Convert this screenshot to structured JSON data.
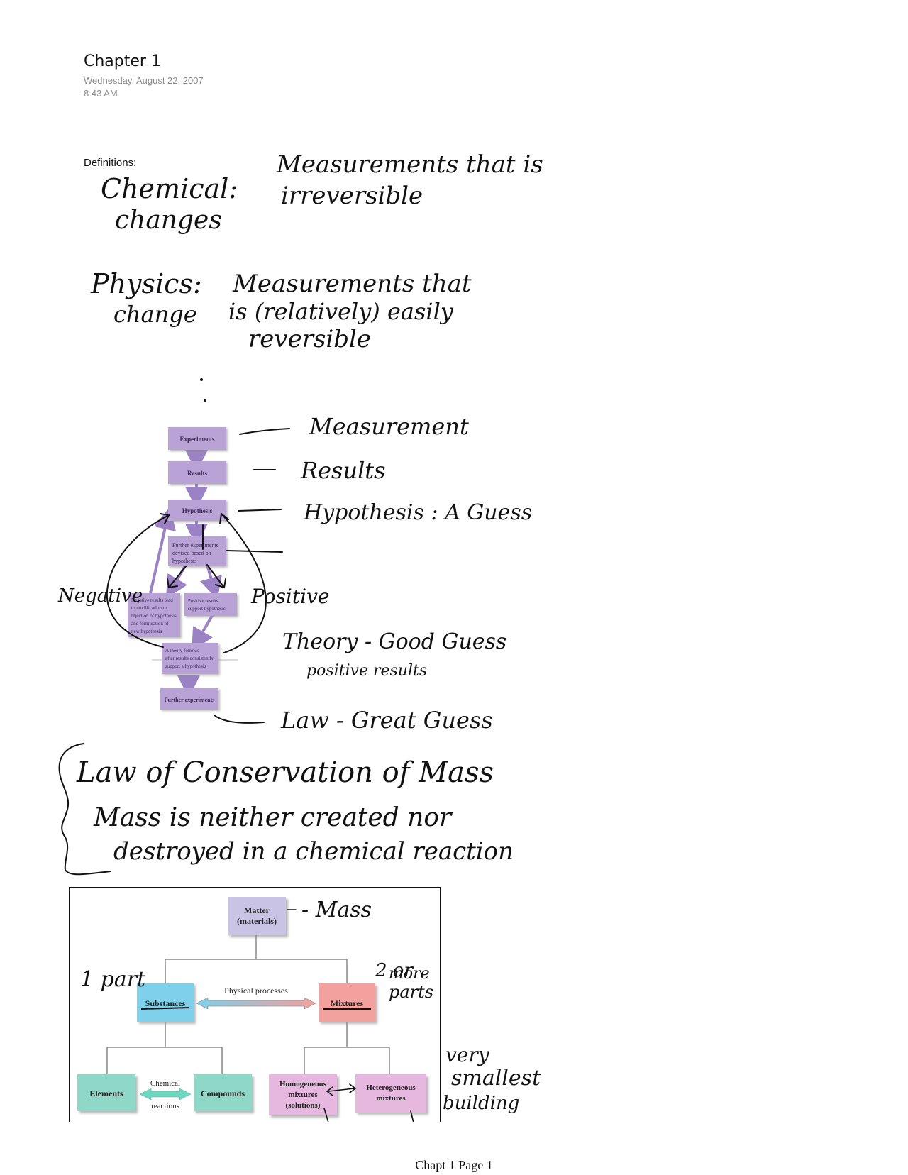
{
  "page": {
    "title": "Chapter 1",
    "date": "Wednesday, August 22, 2007",
    "time": "8:43 AM",
    "footer": "Chapt 1 Page 1"
  },
  "definitions": {
    "label": "Definitions:",
    "chemical_term": [
      "Chemical:",
      "changes"
    ],
    "chemical_def": [
      "Measurements that is",
      "irreversible"
    ],
    "physical_term": [
      "Physics:",
      "change"
    ],
    "physical_def": [
      "Measurements that",
      "is (relatively) easily",
      "reversible"
    ]
  },
  "scientific_method": {
    "boxes": {
      "experiments": "Experiments",
      "results": "Results",
      "hypothesis": "Hypothesis",
      "further": [
        "Further experiments",
        "devised based on",
        "hypothesis"
      ],
      "negative": [
        "Negative results lead",
        "to modification or",
        "rejection of hypothesis",
        "and formulation of",
        "new hypothesis"
      ],
      "positive": [
        "Positive results",
        "support hypothesis"
      ],
      "theory": [
        "A theory follows",
        "after results consistently",
        "support a hypothesis"
      ],
      "further_final": "Further experiments"
    },
    "notes": {
      "measurement": "Measurement",
      "results": "Results",
      "hypothesis": "Hypothesis : A Guess",
      "negative": "Negative",
      "positive": "Positive",
      "theory": "Theory - Good Guess",
      "theory_sub": "positive results",
      "law": "Law - Great Guess"
    }
  },
  "conservation": {
    "lines": [
      "Law of Conservation of Mass",
      "Mass is neither created nor",
      "destroyed in a chemical reaction"
    ]
  },
  "matter_diagram": {
    "boxes": {
      "matter": [
        "Matter",
        "(materials)"
      ],
      "substances": "Substances",
      "mixtures": "Mixtures",
      "physical_processes": "Physical processes",
      "elements": "Elements",
      "compounds": "Compounds",
      "chemical_reactions": [
        "Chemical",
        "reactions"
      ],
      "homogeneous": [
        "Homogeneous",
        "mixtures",
        "(solutions)"
      ],
      "heterogeneous": [
        "Heterogeneous",
        "mixtures"
      ]
    },
    "notes": {
      "mass": "- Mass",
      "one_part": "1 part",
      "two_parts": [
        "2 or",
        "more",
        "parts"
      ],
      "smallest": [
        "very",
        "smallest",
        "building"
      ]
    },
    "colors": {
      "matter": "#c9c3e6",
      "substances": "#7fd0ea",
      "mixtures": "#f3a19e",
      "elements_compounds": "#8fd8c7",
      "mixture_types": "#e6b8df",
      "flow_box": "#b9a2d6"
    }
  }
}
